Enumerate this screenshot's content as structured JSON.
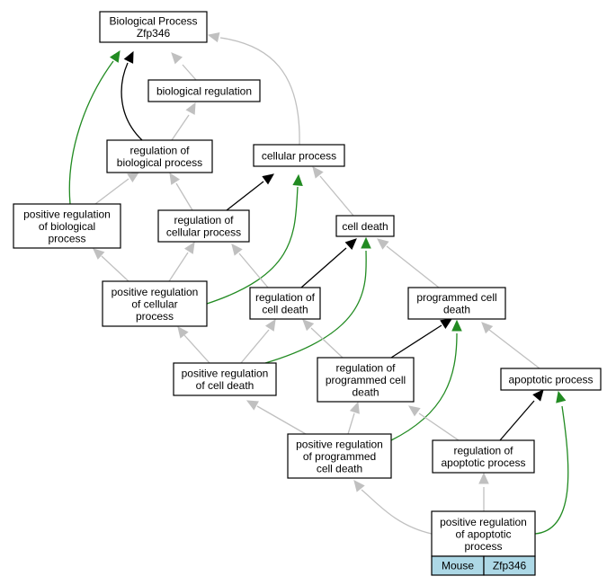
{
  "colors": {
    "is_a": "#c0c0c0",
    "regulates": "#000000",
    "positively_regulates": "#228b22",
    "species_cell": "#add8e6"
  },
  "nodes": [
    {
      "id": "bp",
      "lines": [
        "Biological Process",
        "Zfp346"
      ]
    },
    {
      "id": "bioreg",
      "lines": [
        "biological regulation"
      ]
    },
    {
      "id": "regbp",
      "lines": [
        "regulation of",
        "biological process"
      ]
    },
    {
      "id": "cellproc",
      "lines": [
        "cellular process"
      ]
    },
    {
      "id": "posregbp",
      "lines": [
        "positive regulation",
        "of biological",
        "process"
      ]
    },
    {
      "id": "regcp",
      "lines": [
        "regulation of",
        "cellular process"
      ]
    },
    {
      "id": "celldeath",
      "lines": [
        "cell death"
      ]
    },
    {
      "id": "posregcp",
      "lines": [
        "positive regulation",
        "of cellular",
        "process"
      ]
    },
    {
      "id": "regcd",
      "lines": [
        "regulation of",
        "cell death"
      ]
    },
    {
      "id": "pcd",
      "lines": [
        "programmed cell",
        "death"
      ]
    },
    {
      "id": "posregcd",
      "lines": [
        "positive regulation",
        "of cell death"
      ]
    },
    {
      "id": "regpcd",
      "lines": [
        "regulation of",
        "programmed cell",
        "death"
      ]
    },
    {
      "id": "apop",
      "lines": [
        "apoptotic process"
      ]
    },
    {
      "id": "posregpcd",
      "lines": [
        "positive regulation",
        "of programmed",
        "cell death"
      ]
    },
    {
      "id": "regapop",
      "lines": [
        "regulation of",
        "apoptotic process"
      ]
    },
    {
      "id": "posregapop",
      "lines": [
        "positive regulation",
        "of apoptotic",
        "process"
      ]
    }
  ],
  "focus_table": {
    "species": "Mouse",
    "gene": "Zfp346"
  }
}
